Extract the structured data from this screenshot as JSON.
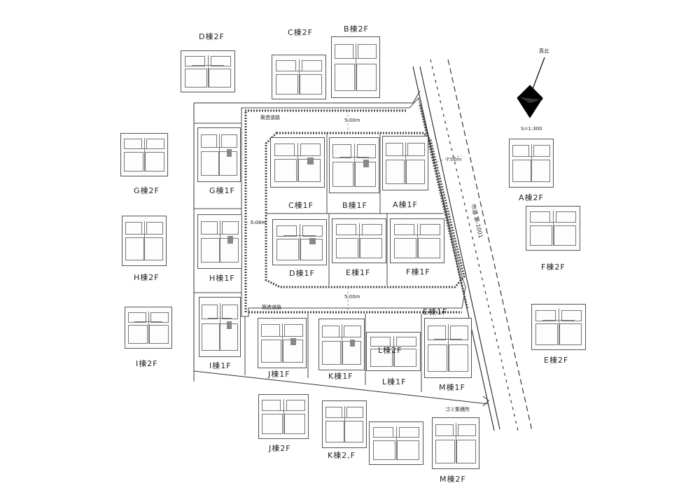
{
  "compass": {
    "north_label": "真北",
    "scale": "S=1:300"
  },
  "roads": {
    "private_road_top": "築造道路",
    "private_road_bottom": "築造道路",
    "public_road": "市道 第-1001",
    "width_a": "5.00m",
    "width_b": "5.00m",
    "width_c": "5.00m",
    "width_d": "7.00m"
  },
  "garbage_label": "ゴミ集積所",
  "buildings": {
    "D2": "D棟2F",
    "C2": "C棟2F",
    "B2": "B棟2F",
    "G2": "G棟2F",
    "G1": "G棟1F",
    "C1": "C棟1F",
    "B1": "B棟1F",
    "A1": "A棟1F",
    "A2": "A棟2F",
    "H2": "H棟2F",
    "H1": "H棟1F",
    "D1": "D棟1F",
    "E1": "E棟1F",
    "F1": "F棟1F",
    "F2": "F棟2F",
    "E1_top": "E棟1F",
    "I2": "I棟2F",
    "I1": "I棟1F",
    "J1": "J棟1F",
    "K1": "K棟1F",
    "L2": "L棟2F",
    "L1": "L棟1F",
    "M1": "M棟1F",
    "E2": "E棟2F",
    "J2": "J棟2F",
    "K2": "K棟2,F",
    "M2": "M棟2F"
  }
}
